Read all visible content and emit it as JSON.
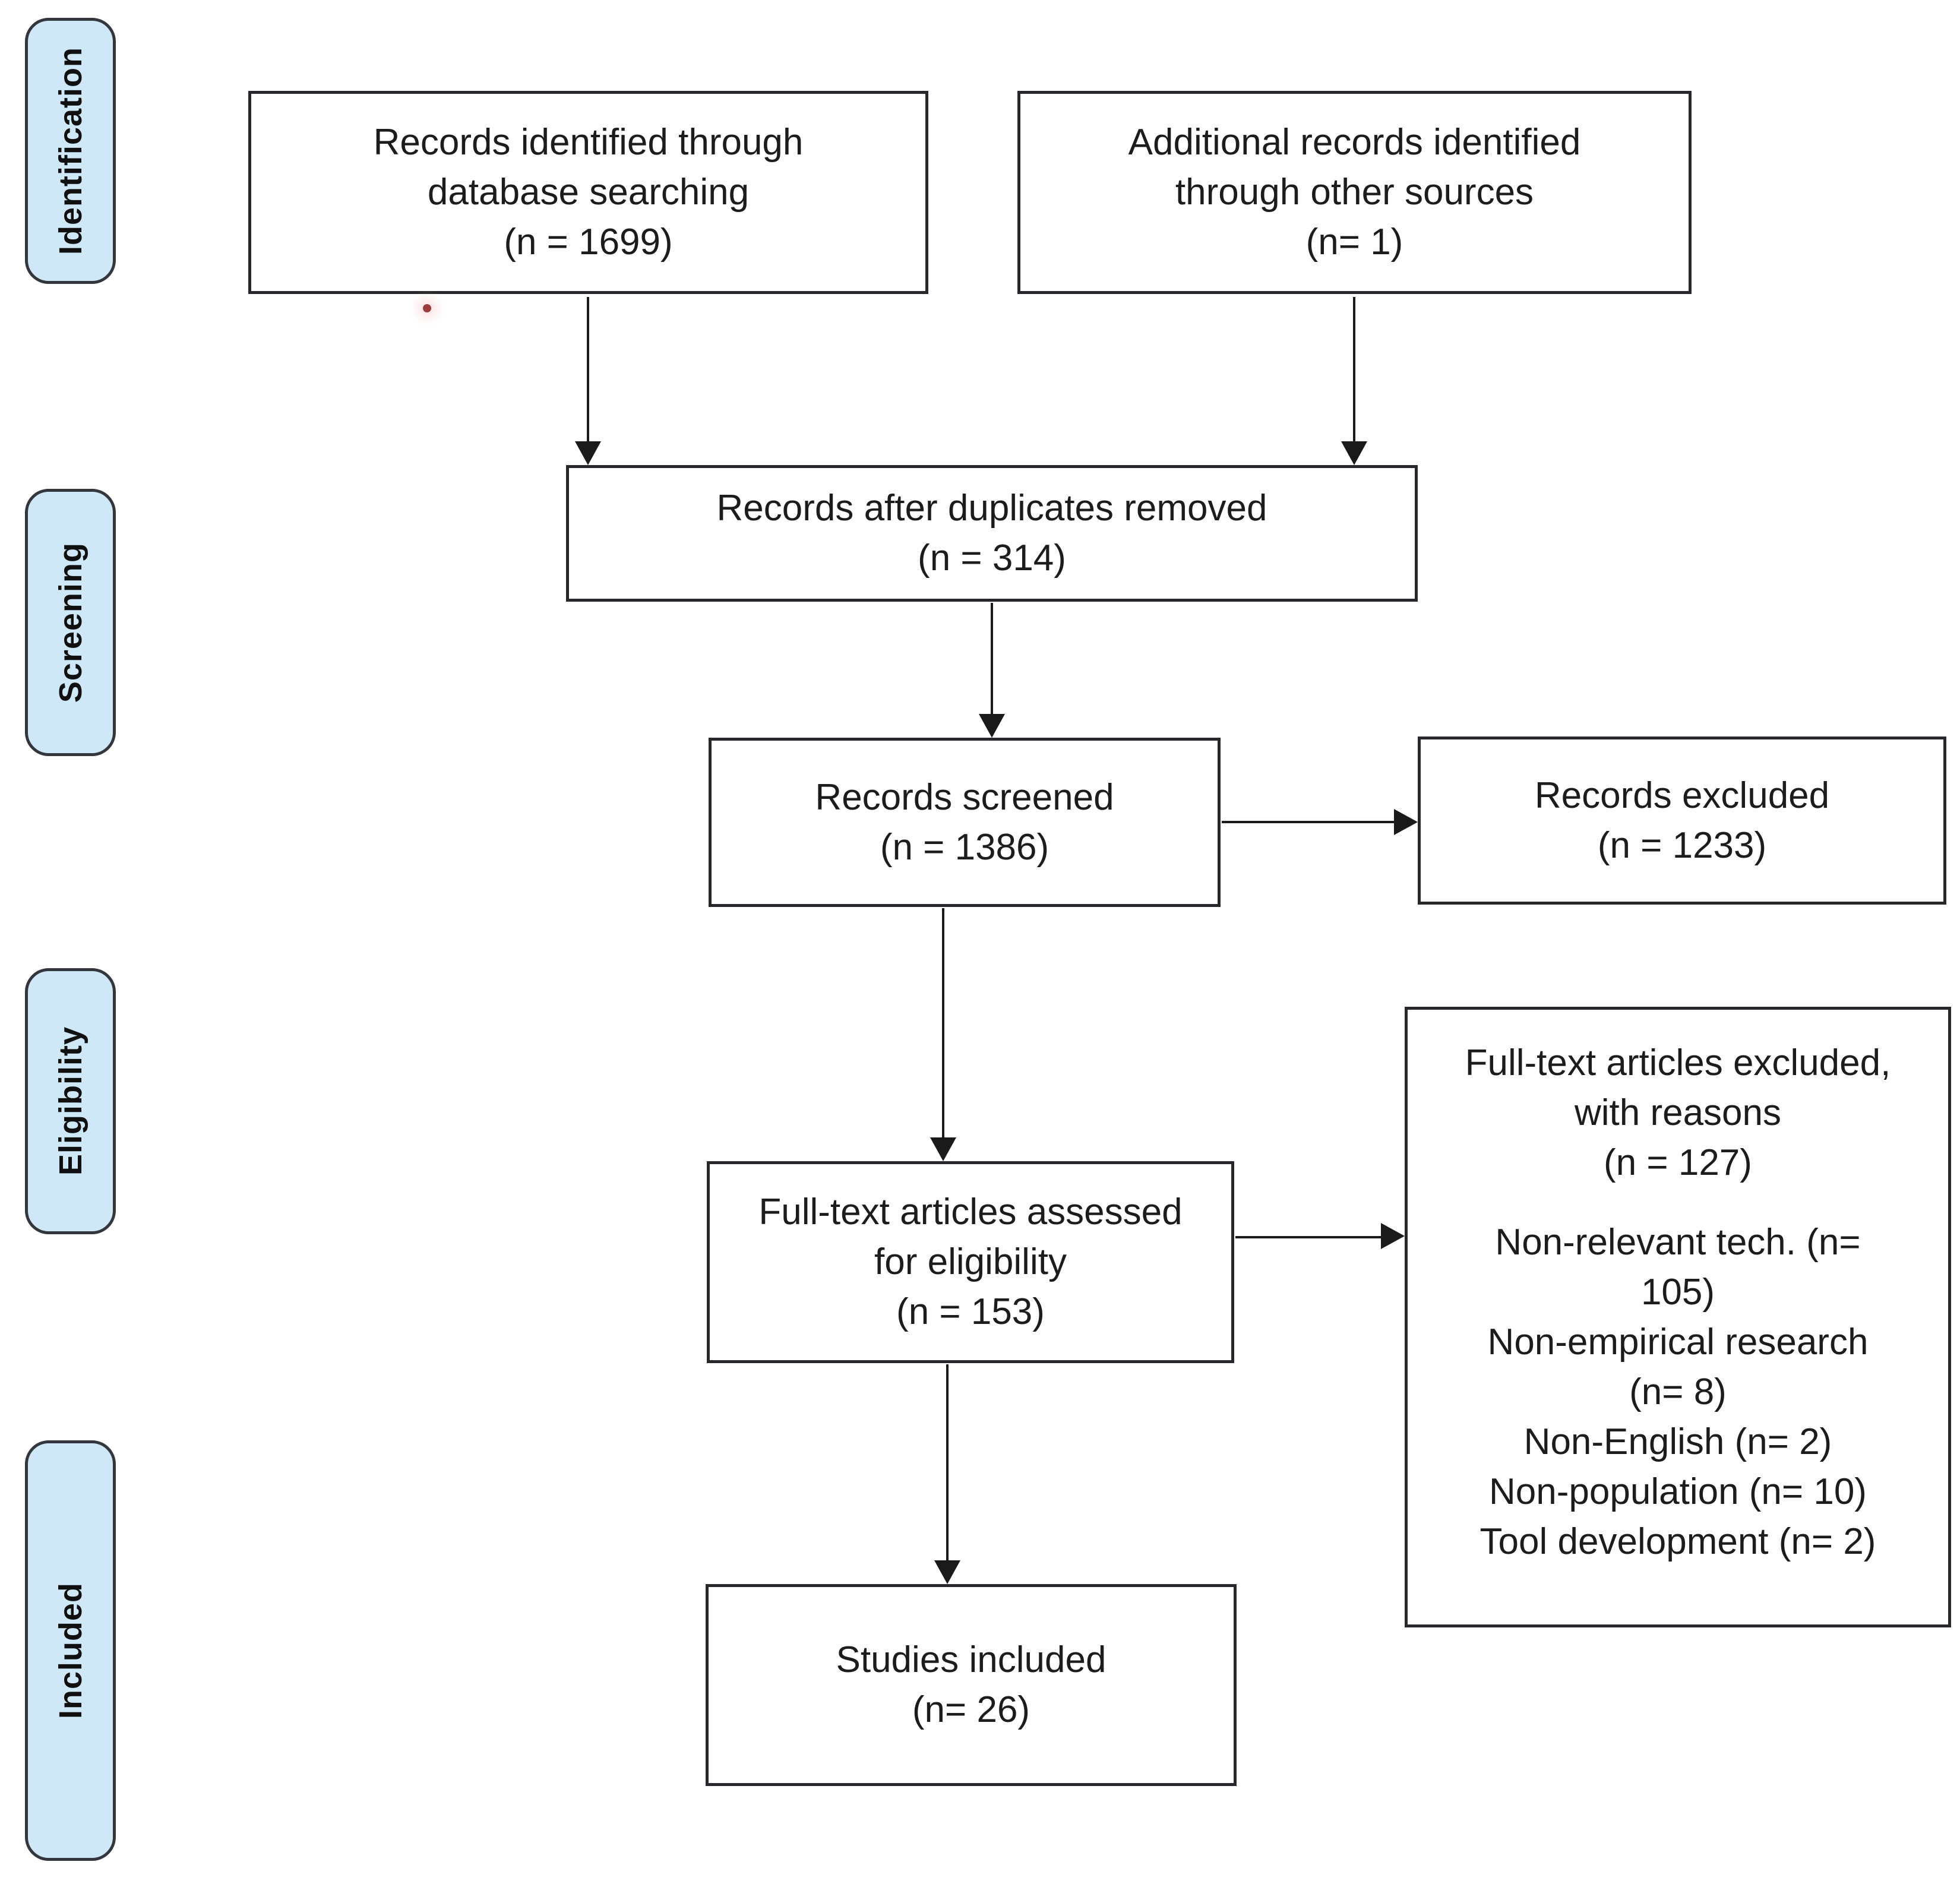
{
  "colors": {
    "stage_fill": "#cfe8f7",
    "stage_border": "#33373d",
    "box_border": "#26282b",
    "arrow": "#1a1a1a",
    "dot": "#9c3d3d"
  },
  "sidebar": {
    "stages": [
      {
        "label": "Identification"
      },
      {
        "label": "Screening"
      },
      {
        "label": "Eligibility"
      },
      {
        "label": "Included"
      }
    ]
  },
  "flow": {
    "identified": {
      "lines": [
        "Records identified through",
        "database searching",
        "(n = 1699)"
      ]
    },
    "additional": {
      "lines": [
        "Additional records identified",
        "through other sources",
        "(n= 1)"
      ]
    },
    "dedup": {
      "lines": [
        "Records after duplicates removed",
        "(n = 314)"
      ]
    },
    "screened": {
      "lines": [
        "Records screened",
        "(n = 1386)"
      ]
    },
    "records_excluded": {
      "lines": [
        "Records excluded",
        "(n = 1233)"
      ]
    },
    "fulltext": {
      "lines": [
        "Full-text articles assessed",
        "for eligibility",
        "(n = 153)"
      ]
    },
    "fulltext_excluded": {
      "lines": [
        "Full-text articles excluded,",
        "with reasons",
        "(n = 127)",
        "",
        "Non-relevant tech. (n=",
        "105)",
        "Non-empirical research",
        "(n= 8)",
        "Non-English (n= 2)",
        "Non-population (n= 10)",
        "Tool development (n= 2)"
      ]
    },
    "studies_included": {
      "lines": [
        "Studies included",
        "(n= 26)"
      ]
    }
  }
}
